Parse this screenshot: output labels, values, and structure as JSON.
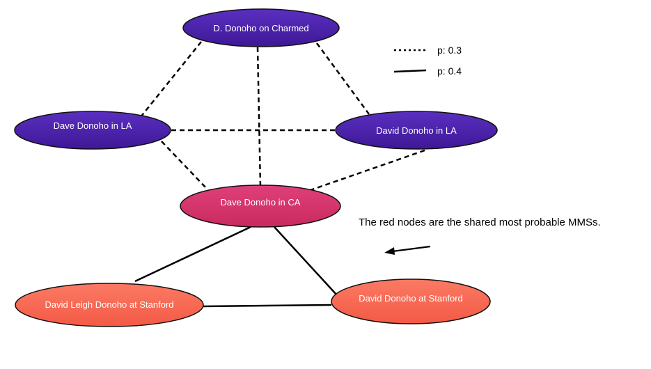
{
  "colors": {
    "purple_node": "#4a1fa8",
    "red_node": "#d8336a",
    "salmon_node": "#f86a55",
    "edge": "#000000"
  },
  "nodes": [
    {
      "id": "charmed",
      "label": "D. Donoho on Charmed",
      "color": "purple"
    },
    {
      "id": "dave_la",
      "label": "Dave Donoho in LA",
      "color": "purple"
    },
    {
      "id": "david_la",
      "label": "David Donoho in LA",
      "color": "purple"
    },
    {
      "id": "dave_ca",
      "label": "Dave Donoho in CA",
      "color": "red"
    },
    {
      "id": "leigh_stanford",
      "label": "David Leigh Donoho at Stanford",
      "color": "salmon"
    },
    {
      "id": "david_stanford",
      "label": "David Donoho at Stanford",
      "color": "salmon"
    }
  ],
  "edges": [
    {
      "from": "charmed",
      "to": "dave_la",
      "style": "dashed"
    },
    {
      "from": "charmed",
      "to": "dave_ca",
      "style": "dashed"
    },
    {
      "from": "charmed",
      "to": "david_la",
      "style": "dashed"
    },
    {
      "from": "dave_la",
      "to": "david_la",
      "style": "dashed"
    },
    {
      "from": "dave_la",
      "to": "dave_ca",
      "style": "dashed"
    },
    {
      "from": "david_la",
      "to": "dave_ca",
      "style": "dashed"
    },
    {
      "from": "dave_ca",
      "to": "leigh_stanford",
      "style": "solid"
    },
    {
      "from": "dave_ca",
      "to": "david_stanford",
      "style": "solid"
    },
    {
      "from": "leigh_stanford",
      "to": "david_stanford",
      "style": "solid"
    }
  ],
  "legend": {
    "dashed_label": "p: 0.3",
    "solid_label": "p: 0.4"
  },
  "annotation": {
    "text": "The red nodes are the shared most probable MMSs.",
    "arrow": "left-arrow-icon"
  }
}
